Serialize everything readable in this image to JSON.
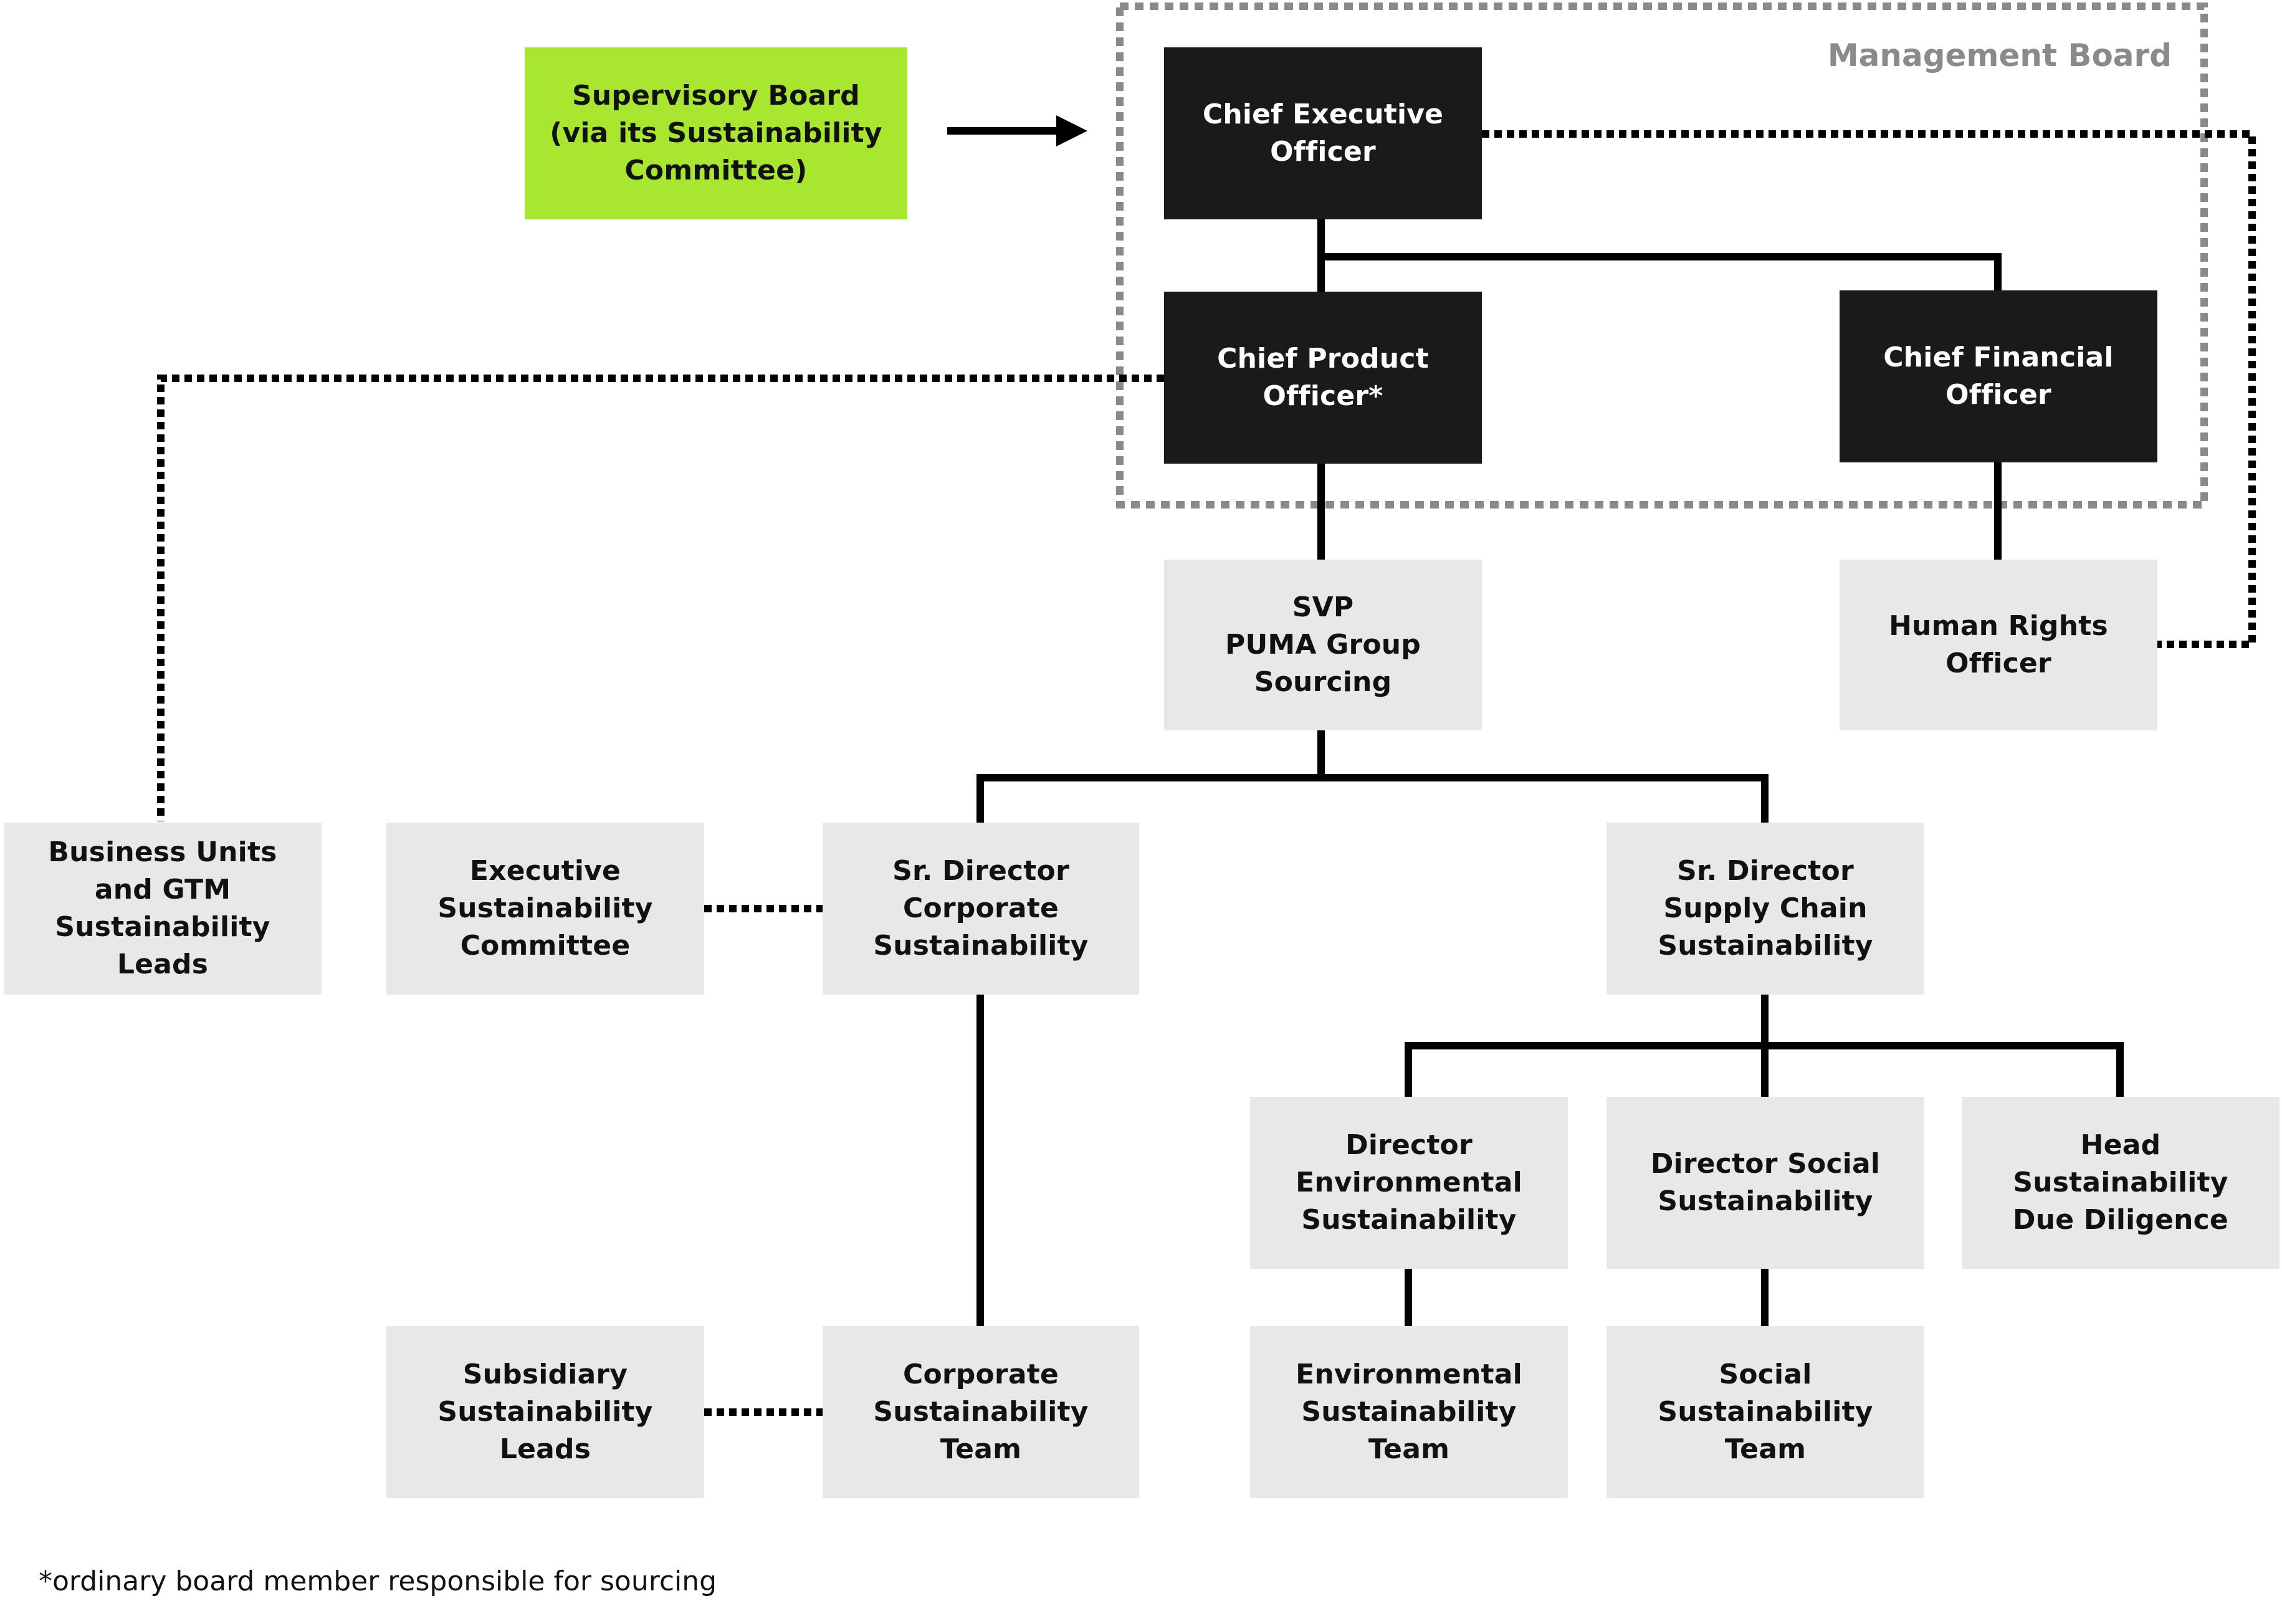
{
  "management_board": {
    "label": "Management Board",
    "border_color": "#8a8a8a"
  },
  "colors": {
    "dark_box": "#1a1a1a",
    "light_box": "#e8e8e8",
    "green_box": "#a8e630",
    "line": "#000000"
  },
  "nodes": {
    "supervisory_board": "Supervisory Board\n(via its Sustainability\nCommittee)",
    "ceo": "Chief Executive\nOfficer",
    "cpo": "Chief Product\nOfficer*",
    "cfo": "Chief Financial\nOfficer",
    "svp": "SVP\nPUMA Group\nSourcing",
    "hr_officer": "Human Rights\nOfficer",
    "bu_leads": "Business Units\nand GTM\nSustainability\nLeads",
    "exec_committee": "Executive\nSustainability\nCommittee",
    "sr_dir_corp": "Sr. Director\nCorporate\nSustainability",
    "sr_dir_supply": "Sr. Director\nSupply Chain\nSustainability",
    "dir_env": "Director\nEnvironmental\nSustainability",
    "dir_social": "Director Social\nSustainability",
    "head_dd": "Head\nSustainability\nDue Diligence",
    "subsidiary_leads": "Subsidiary\nSustainability\nLeads",
    "corp_team": "Corporate\nSustainability\nTeam",
    "env_team": "Environmental\nSustainability\nTeam",
    "social_team": "Social\nSustainability\nTeam"
  },
  "footnote": "*ordinary board member responsible for sourcing"
}
